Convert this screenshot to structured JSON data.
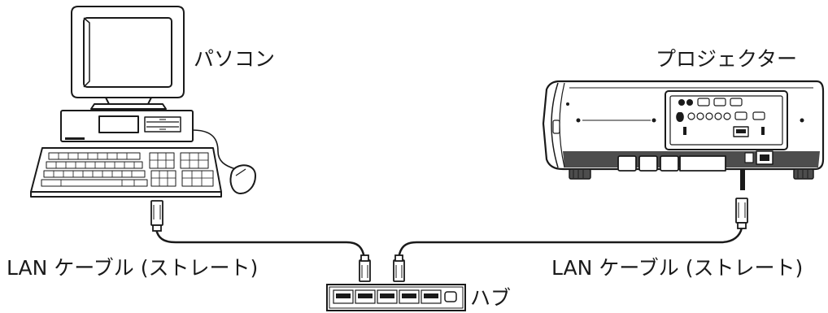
{
  "labels": {
    "pc": "パソコン",
    "projector": "プロジェクター",
    "cable_left": "LAN ケーブル (ストレート)",
    "cable_right": "LAN ケーブル (ストレート)",
    "hub": "ハブ"
  },
  "colors": {
    "line": "#1a1a1a",
    "fill_light": "#ffffff",
    "fill_gray": "#d9d9d9",
    "fill_dark": "#4d4d4d"
  },
  "icons": [
    "computer-icon",
    "mouse-icon",
    "projector-icon",
    "hub-icon",
    "lan-connector-icon",
    "arrow-icon"
  ]
}
